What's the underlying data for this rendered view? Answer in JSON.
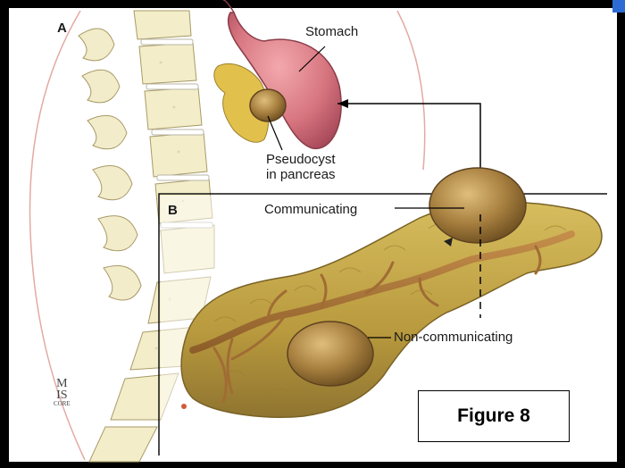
{
  "panels": {
    "a": "A",
    "b": "B"
  },
  "labels": {
    "stomach": "Stomach",
    "pseudocyst_line1": "Pseudocyst",
    "pseudocyst_line2": "in pancreas",
    "communicating": "Communicating",
    "non_communicating": "Non-communicating"
  },
  "figure_caption": "Figure 8",
  "signature": {
    "line1": "M",
    "line2": "IS",
    "line3": "CORE"
  },
  "colors": {
    "background_frame": "#000000",
    "panel_bg": "#ffffff",
    "vertebra": "#f2eccb",
    "pancreas": "#c9a94a",
    "stomach": "#d77d86",
    "cyst": "#a07a35"
  }
}
